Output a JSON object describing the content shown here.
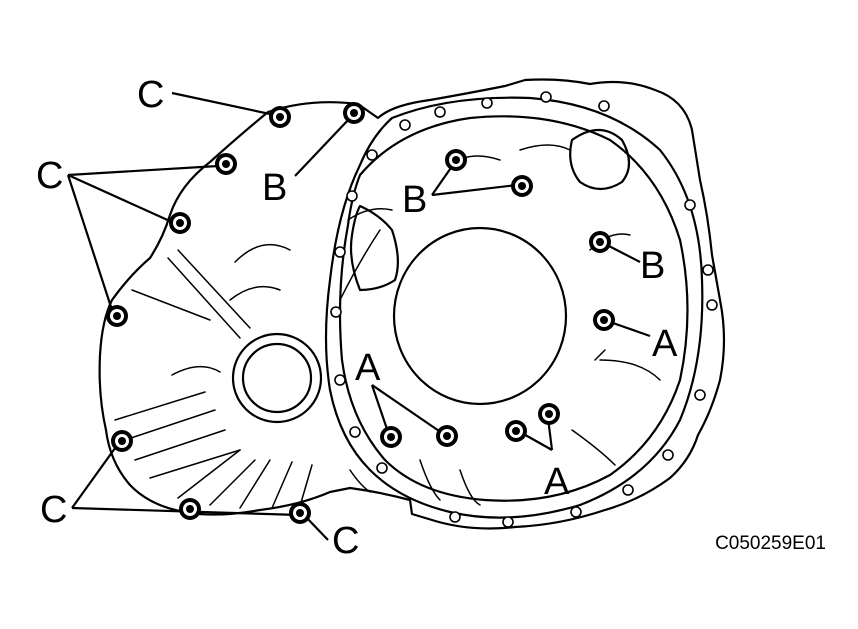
{
  "figure": {
    "code": "C050259E01",
    "callouts": {
      "c_top": "C",
      "c_left": "C",
      "c_bottom_left": "C",
      "c_bottom_right": "C",
      "b_left": "B",
      "b_middle": "B",
      "b_right": "B",
      "a_right": "A",
      "a_lower_left": "A",
      "a_lower_right": "A"
    }
  }
}
